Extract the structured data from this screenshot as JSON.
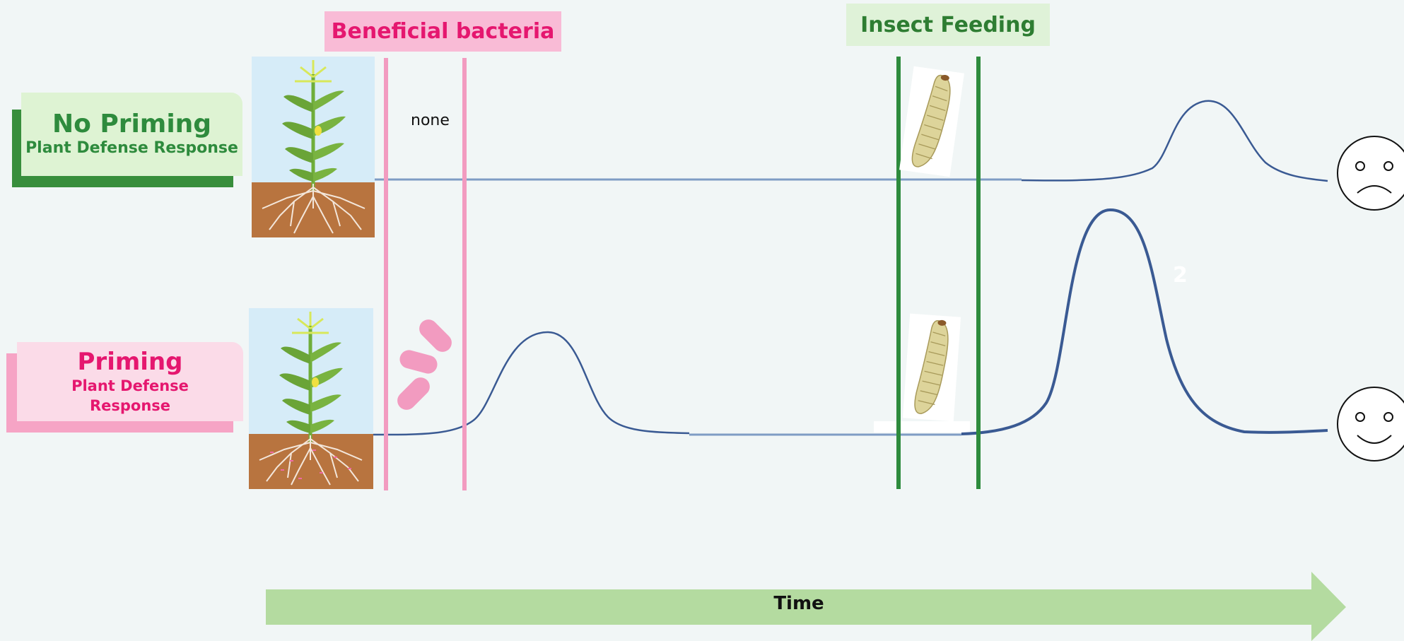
{
  "events": {
    "beneficial_bacteria": "Beneficial bacteria",
    "insect_feeding": "Insect Feeding"
  },
  "rows": {
    "no_priming": {
      "title": "No Priming",
      "subtitle": "Plant Defense Response",
      "bacteria_note": "none",
      "outcome_icon": "sad-face-icon"
    },
    "priming": {
      "title": "Priming",
      "subtitle_line1": "Plant Defense",
      "subtitle_line2": "Response",
      "outcome_icon": "smiley-face-icon"
    }
  },
  "axis": {
    "label": "Time"
  },
  "faint_label": "2",
  "colors": {
    "green_accent": "#2e8b3d",
    "pink_accent": "#e5176f",
    "curve": "#3a5a93",
    "baseline": "#7f9cc4",
    "time_arrow": "#b4dba0"
  },
  "icons": [
    "maize-plant-icon",
    "larva-icon",
    "bacteria-icon",
    "sad-face-icon",
    "smiley-face-icon"
  ]
}
